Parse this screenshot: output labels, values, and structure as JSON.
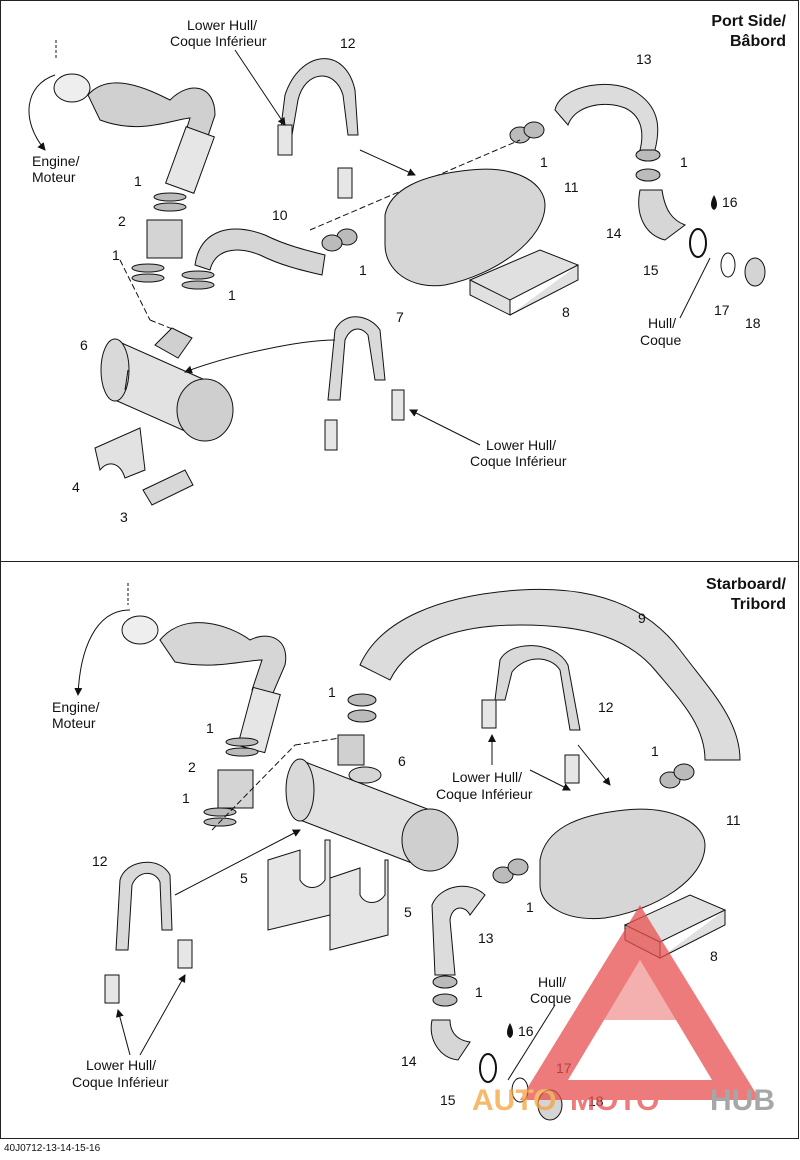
{
  "port_side": {
    "title_line1": "Port Side/",
    "title_line2": "Bâbord",
    "engine_line1": "Engine/",
    "engine_line2": "Moteur",
    "lower_hull_line1": "Lower Hull/",
    "lower_hull_line2": "Coque Inférieur",
    "hull_line1": "Hull/",
    "hull_line2": "Coque",
    "callouts": [
      "1",
      "1",
      "1",
      "1",
      "1",
      "1",
      "2",
      "3",
      "4",
      "6",
      "7",
      "8",
      "10",
      "11",
      "12",
      "13",
      "14",
      "15",
      "16",
      "17",
      "18"
    ]
  },
  "starboard": {
    "title_line1": "Starboard/",
    "title_line2": "Tribord",
    "engine_line1": "Engine/",
    "engine_line2": "Moteur",
    "lower_hull_line1": "Lower Hull/",
    "lower_hull_line2": "Coque Inférieur",
    "hull_line1": "Hull/",
    "hull_line2": "Coque",
    "callouts": [
      "1",
      "1",
      "1",
      "1",
      "1",
      "1",
      "2",
      "5",
      "5",
      "6",
      "8",
      "9",
      "11",
      "12",
      "12",
      "13",
      "14",
      "15",
      "16",
      "17",
      "18"
    ]
  },
  "footer_code": "40J0712-13-14-15-16",
  "watermark": {
    "part1": "AUTO",
    "part2": "MOTO",
    "part3": "HUB",
    "color_red": "#e8504f",
    "color_orange": "#f5a23a",
    "color_gray": "#8a8a8a"
  }
}
